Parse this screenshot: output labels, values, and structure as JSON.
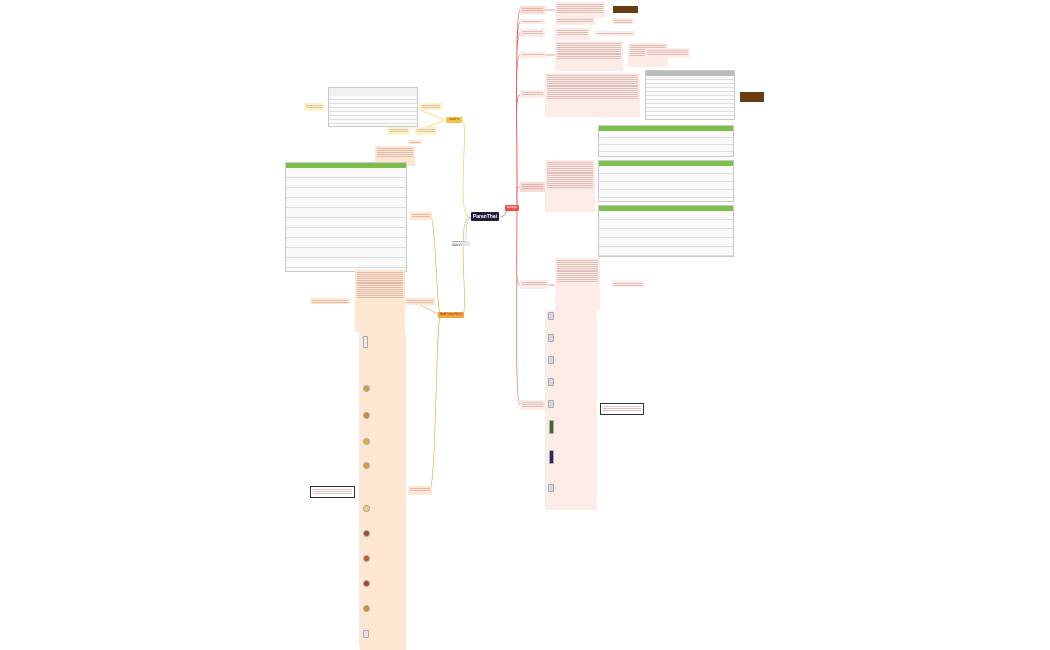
{
  "mindmap": {
    "center_label": "ParanThai",
    "main_branches": {
      "right_label": "ขอบคุณ",
      "top_label": "ช่องทาง",
      "middle_label": "ผลิตภัณฑ์ของเรา",
      "bottom_label": "สินค้าและบริการ"
    }
  },
  "colors": {
    "center": "#1e1e3a",
    "right_branch": "#e8524a",
    "top_branch": "#f5c542",
    "bottom_branch": "#f2a040",
    "right_node_fill": "#fbd9d5",
    "bottom_node_fill": "#fde6d2",
    "top_node_fill": "#fdf3c8",
    "table_header": "#7cbf4a",
    "accent_dark": "#6a3c12"
  }
}
